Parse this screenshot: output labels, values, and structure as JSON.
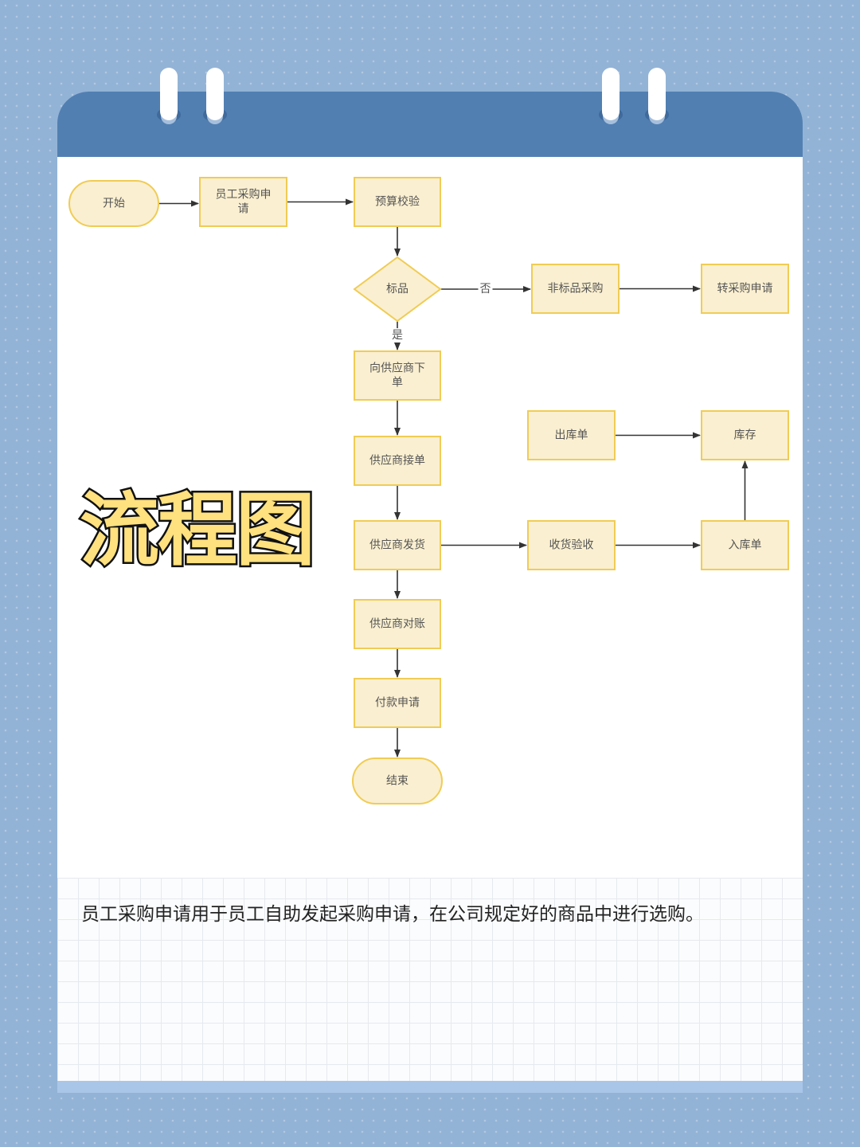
{
  "title": "流程图",
  "caption": "员工采购申请用于员工自助发起采购申请，在公司规定好的商品中进行选购。",
  "colors": {
    "background": "#93b3d6",
    "header": "#517fb2",
    "node_fill": "#faefd0",
    "node_border": "#f0cc55",
    "title_fill": "#ffe17f"
  },
  "flowchart": {
    "nodes": [
      {
        "id": "start",
        "shape": "terminal",
        "lines": [
          "开始"
        ]
      },
      {
        "id": "apply",
        "shape": "process",
        "lines": [
          "员工采购申",
          "请"
        ]
      },
      {
        "id": "budget",
        "shape": "process",
        "lines": [
          "预算校验"
        ]
      },
      {
        "id": "standard",
        "shape": "decision",
        "lines": [
          "标品"
        ]
      },
      {
        "id": "nonstd",
        "shape": "process",
        "lines": [
          "非标品采购"
        ]
      },
      {
        "id": "transfer",
        "shape": "process",
        "lines": [
          "转采购申请"
        ]
      },
      {
        "id": "order",
        "shape": "process",
        "lines": [
          "向供应商下",
          "单"
        ]
      },
      {
        "id": "accept",
        "shape": "process",
        "lines": [
          "供应商接单"
        ]
      },
      {
        "id": "outbound",
        "shape": "process",
        "lines": [
          "出库单"
        ]
      },
      {
        "id": "stock",
        "shape": "process",
        "lines": [
          "库存"
        ]
      },
      {
        "id": "ship",
        "shape": "process",
        "lines": [
          "供应商发货"
        ]
      },
      {
        "id": "receive",
        "shape": "process",
        "lines": [
          "收货验收"
        ]
      },
      {
        "id": "inbound",
        "shape": "process",
        "lines": [
          "入库单"
        ]
      },
      {
        "id": "reconcile",
        "shape": "process",
        "lines": [
          "供应商对账"
        ]
      },
      {
        "id": "payment",
        "shape": "process",
        "lines": [
          "付款申请"
        ]
      },
      {
        "id": "end",
        "shape": "terminal",
        "lines": [
          "结束"
        ]
      }
    ],
    "edges": [
      {
        "from": "start",
        "to": "apply",
        "label": ""
      },
      {
        "from": "apply",
        "to": "budget",
        "label": ""
      },
      {
        "from": "budget",
        "to": "standard",
        "label": ""
      },
      {
        "from": "standard",
        "to": "nonstd",
        "label": "否"
      },
      {
        "from": "nonstd",
        "to": "transfer",
        "label": ""
      },
      {
        "from": "standard",
        "to": "order",
        "label": "是"
      },
      {
        "from": "order",
        "to": "accept",
        "label": ""
      },
      {
        "from": "accept",
        "to": "ship",
        "label": ""
      },
      {
        "from": "ship",
        "to": "receive",
        "label": ""
      },
      {
        "from": "receive",
        "to": "inbound",
        "label": ""
      },
      {
        "from": "inbound",
        "to": "stock",
        "label": ""
      },
      {
        "from": "outbound",
        "to": "stock",
        "label": ""
      },
      {
        "from": "ship",
        "to": "reconcile",
        "label": ""
      },
      {
        "from": "reconcile",
        "to": "payment",
        "label": ""
      },
      {
        "from": "payment",
        "to": "end",
        "label": ""
      }
    ]
  }
}
